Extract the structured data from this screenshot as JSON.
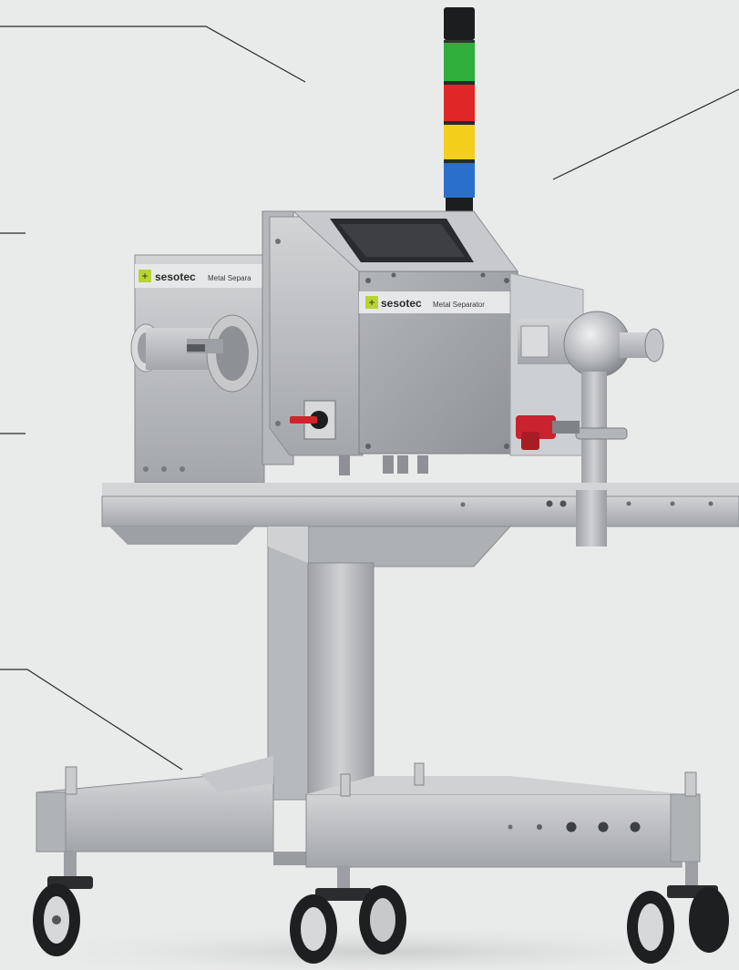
{
  "labels": {
    "brand": "sesotec",
    "model_front": "Metal Separator",
    "model_back": "Metal Separa"
  },
  "colors": {
    "background": "#e9eaea",
    "steel_light": "#c9cbcd",
    "steel_mid": "#a9acaf",
    "steel_dark": "#7e8286",
    "logo_green": "#b8d432",
    "signal_green": "#2fae3c",
    "signal_red": "#e02727",
    "signal_yellow": "#f3cf1b",
    "signal_blue": "#2a6fc9",
    "valve_red": "#c8232e",
    "leader_line": "#2a2a2a"
  },
  "icons": [
    "plus-icon",
    "switch-icon",
    "caster-wheel-icon"
  ]
}
